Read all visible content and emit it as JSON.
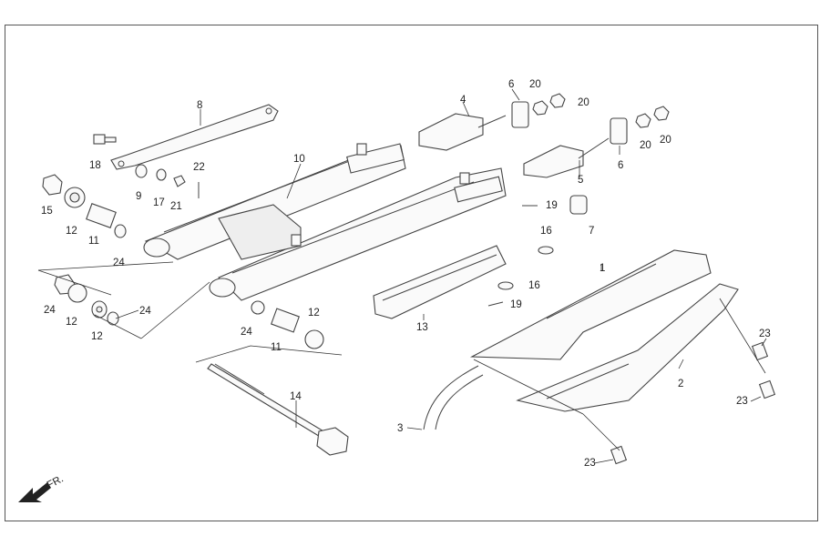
{
  "diagram": {
    "front_label": "FR.",
    "callouts": [
      {
        "id": "c1",
        "text": "1"
      },
      {
        "id": "c2",
        "text": "2"
      },
      {
        "id": "c3",
        "text": "3"
      },
      {
        "id": "c4",
        "text": "4"
      },
      {
        "id": "c5",
        "text": "5"
      },
      {
        "id": "c6a",
        "text": "6"
      },
      {
        "id": "c6b",
        "text": "6"
      },
      {
        "id": "c7",
        "text": "7"
      },
      {
        "id": "c8",
        "text": "8"
      },
      {
        "id": "c9",
        "text": "9"
      },
      {
        "id": "c10",
        "text": "10"
      },
      {
        "id": "c11a",
        "text": "11"
      },
      {
        "id": "c11b",
        "text": "11"
      },
      {
        "id": "c12a",
        "text": "12"
      },
      {
        "id": "c12b",
        "text": "12"
      },
      {
        "id": "c12c",
        "text": "12"
      },
      {
        "id": "c12d",
        "text": "12"
      },
      {
        "id": "c13",
        "text": "13"
      },
      {
        "id": "c14",
        "text": "14"
      },
      {
        "id": "c15",
        "text": "15"
      },
      {
        "id": "c16a",
        "text": "16"
      },
      {
        "id": "c16b",
        "text": "16"
      },
      {
        "id": "c17",
        "text": "17"
      },
      {
        "id": "c18",
        "text": "18"
      },
      {
        "id": "c19a",
        "text": "19"
      },
      {
        "id": "c19b",
        "text": "19"
      },
      {
        "id": "c20a",
        "text": "20"
      },
      {
        "id": "c20b",
        "text": "20"
      },
      {
        "id": "c20c",
        "text": "20"
      },
      {
        "id": "c20d",
        "text": "20"
      },
      {
        "id": "c21",
        "text": "21"
      },
      {
        "id": "c22",
        "text": "22"
      },
      {
        "id": "c23a",
        "text": "23"
      },
      {
        "id": "c23b",
        "text": "23"
      },
      {
        "id": "c23c",
        "text": "23"
      },
      {
        "id": "c24a",
        "text": "24"
      },
      {
        "id": "c24b",
        "text": "24"
      },
      {
        "id": "c24c",
        "text": "24"
      },
      {
        "id": "c24d",
        "text": "24"
      }
    ]
  }
}
